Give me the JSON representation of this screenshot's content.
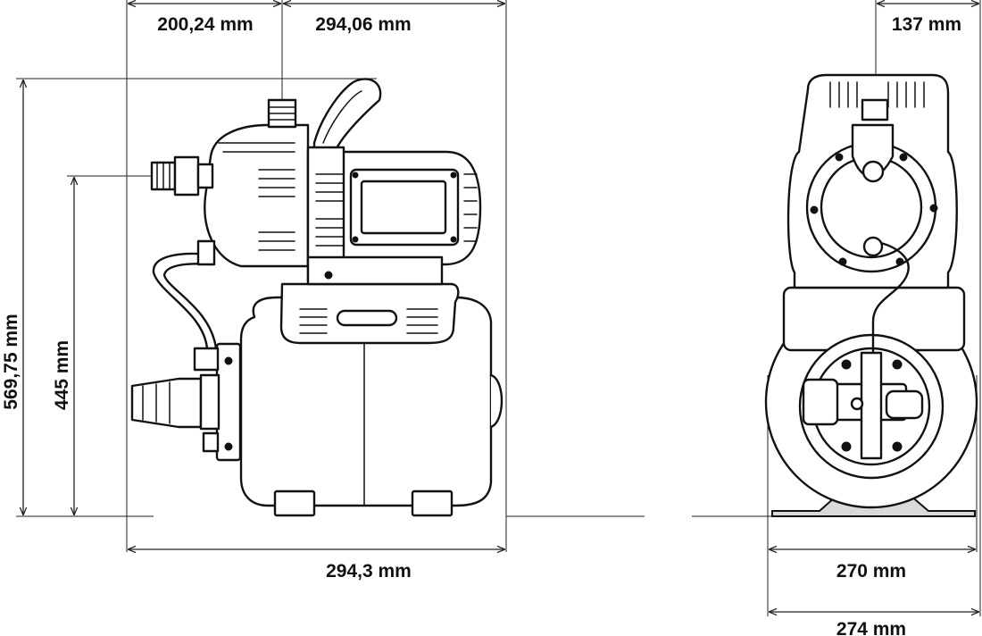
{
  "dimensions": {
    "top_left_width": "200,24 mm",
    "top_right_width": "294,06 mm",
    "total_height": "569,75 mm",
    "inlet_height": "445 mm",
    "base_length": "294,3 mm",
    "side_top_width": "137 mm",
    "side_base_width": "270 mm",
    "side_total_width": "274 mm"
  }
}
